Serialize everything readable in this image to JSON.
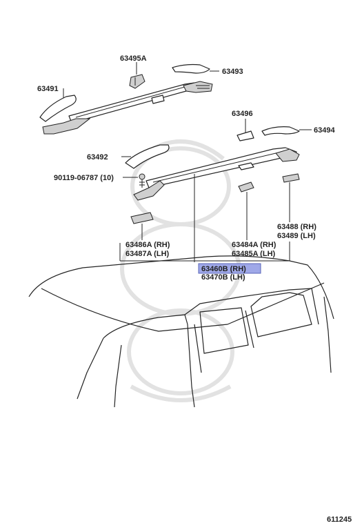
{
  "labels": {
    "p63495A": "63495A",
    "p63493": "63493",
    "p63491": "63491",
    "p63496": "63496",
    "p63494": "63494",
    "p63492": "63492",
    "p90119": "90119-06787 (10)",
    "p63488": "63488 (RH)",
    "p63489": "63489 (LH)",
    "p63486A": "63486A (RH)",
    "p63487A": "63487A (LH)",
    "p63484A": "63484A (RH)",
    "p63485A": "63485A (LH)",
    "p63460B": "63460B (RH)",
    "p63470B": "63470B (LH)",
    "figure_number": "611245"
  },
  "colors": {
    "highlight": "#9fa8e8",
    "line": "#222222",
    "watermark": "#e2e2e2"
  }
}
